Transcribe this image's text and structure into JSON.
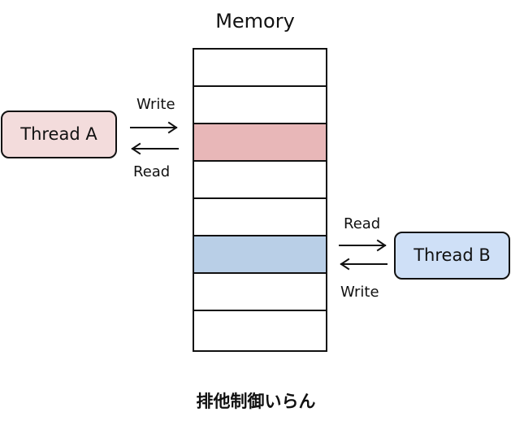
{
  "diagram": {
    "title": "Memory",
    "caption": "排他制御いらん",
    "colors": {
      "thread_a_fill": "#f3dcdc",
      "thread_b_fill": "#cfe0f7",
      "thread_a_cell": "#e8b7b8",
      "thread_b_cell": "#b9cfe7",
      "stroke": "#111111"
    },
    "memory": {
      "cells": [
        {
          "state": "empty"
        },
        {
          "state": "empty"
        },
        {
          "state": "thread-a"
        },
        {
          "state": "empty"
        },
        {
          "state": "empty"
        },
        {
          "state": "thread-b"
        },
        {
          "state": "empty"
        },
        {
          "state": "empty"
        }
      ]
    },
    "threads": {
      "a": {
        "label": "Thread A",
        "write_label": "Write",
        "read_label": "Read"
      },
      "b": {
        "label": "Thread B",
        "read_label": "Read",
        "write_label": "Write"
      }
    }
  }
}
